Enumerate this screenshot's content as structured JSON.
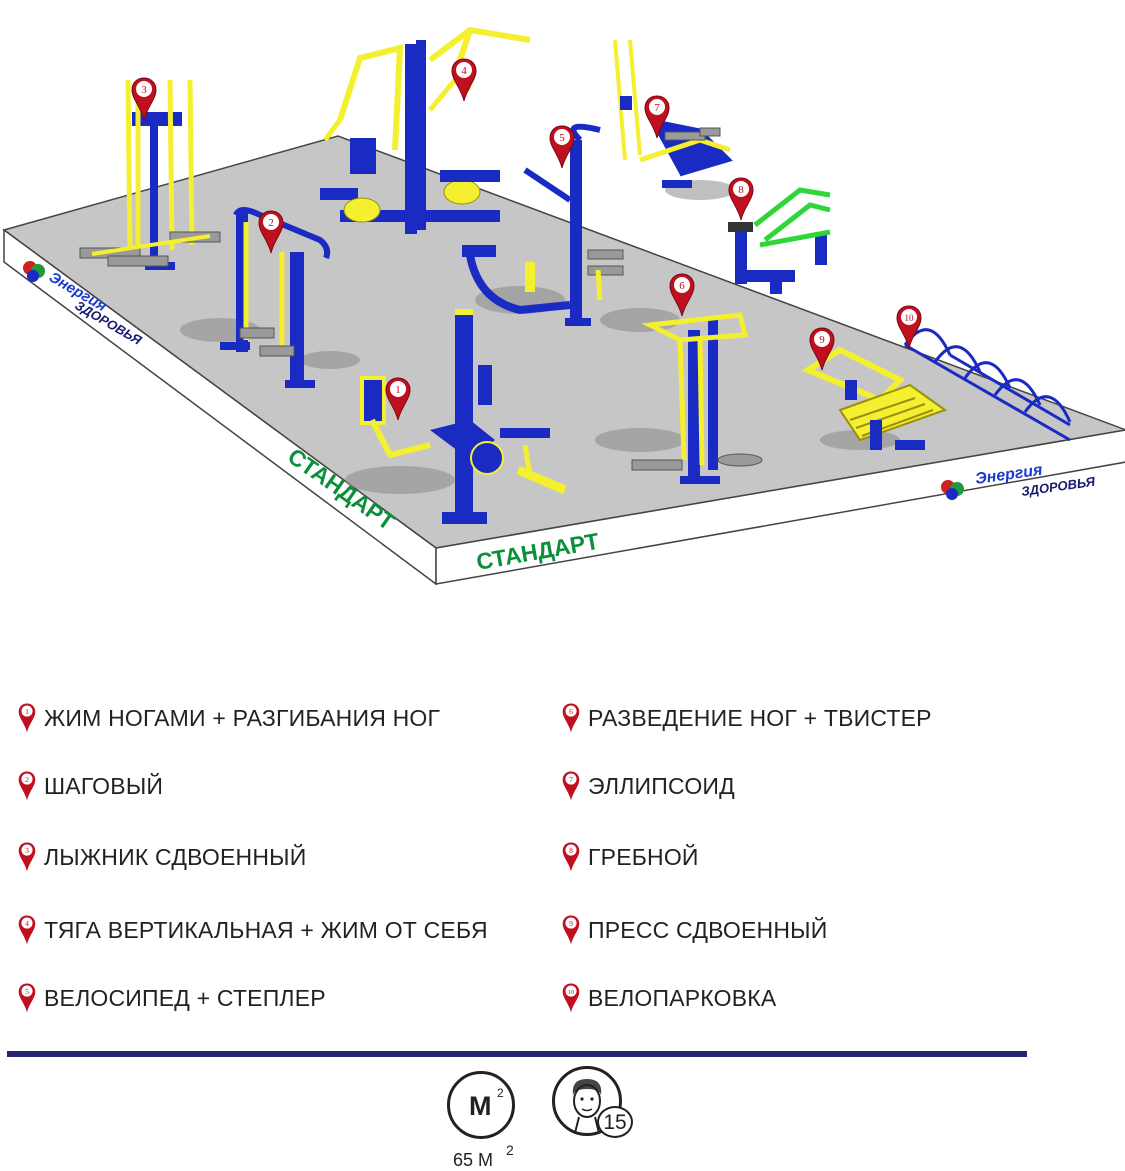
{
  "platform": {
    "label_left": "СТАНДАРТ",
    "label_right": "СТАНДАРТ",
    "logo_word_top": "Энергия",
    "logo_word_bottom": "ЗДОРОВЬЯ"
  },
  "colors": {
    "frame_blue": "#1a2bc4",
    "frame_yellow": "#f4ef2f",
    "rower_green": "#2fd63a",
    "floor": "#c6c6c6",
    "pin_red": "#c01020",
    "label_green": "#0a8f3a",
    "divider": "#252575"
  },
  "equipment_markers": [
    "1",
    "2",
    "3",
    "4",
    "5",
    "6",
    "7",
    "8",
    "9",
    "10"
  ],
  "legend": {
    "items": [
      {
        "num": "1",
        "label": "ЖИМ  НОГАМИ + РАЗГИБАНИЯ НОГ"
      },
      {
        "num": "2",
        "label": "ШАГОВЫЙ"
      },
      {
        "num": "3",
        "label": "ЛЫЖНИК СДВОЕННЫЙ"
      },
      {
        "num": "4",
        "label": "ТЯГА ВЕРТИКАЛЬНАЯ + ЖИМ ОТ СЕБЯ"
      },
      {
        "num": "5",
        "label": "ВЕЛОСИПЕД + СТЕПЛЕР"
      },
      {
        "num": "6",
        "label": "РАЗВЕДЕНИЕ НОГ + ТВИСТЕР"
      },
      {
        "num": "7",
        "label": "ЭЛЛИПСОИД"
      },
      {
        "num": "8",
        "label": "ГРЕБНОЙ"
      },
      {
        "num": "9",
        "label": "ПРЕСС СДВОЕННЫЙ"
      },
      {
        "num": "10",
        "label": "ВЕЛОПАРКОВКА"
      }
    ]
  },
  "footer": {
    "area_symbol": "M",
    "area_symbol_sup": "2",
    "area_value": "65 M",
    "area_value_sup": "2",
    "users_count": "15"
  }
}
